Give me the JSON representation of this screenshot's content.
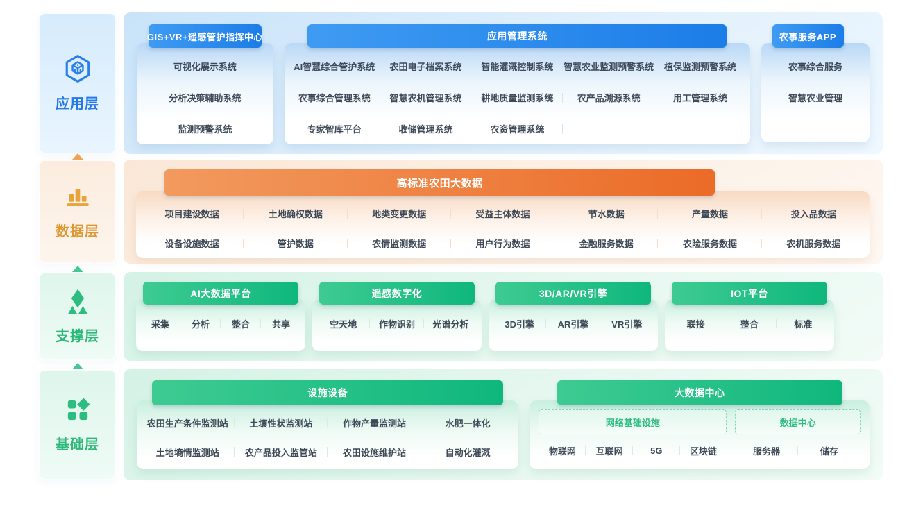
{
  "colors": {
    "blue_accent": "#2180EB",
    "orange_accent": "#EB6B27",
    "green_accent": "#17BA82",
    "orange_label": "#DD9733",
    "green_label": "#2CB878",
    "blue_label": "#2478E8",
    "item_text": "#3E4957"
  },
  "layers": [
    {
      "key": "application",
      "label": "应用层",
      "icon": "hex-cube-icon",
      "theme": "blue",
      "cards": [
        {
          "title": "GIS+VR+遥感管护指挥中心",
          "columns": 1,
          "rows": [
            [
              "可视化展示系统"
            ],
            [
              "分析决策辅助系统"
            ],
            [
              "监测预警系统"
            ]
          ]
        },
        {
          "title": "应用管理系统",
          "columns": 5,
          "rows": [
            [
              "AI智慧综合管护系统",
              "农田电子档案系统",
              "智能灌溉控制系统",
              "智慧农业监测预警系统",
              "植保监测预警系统"
            ],
            [
              "农事综合管理系统",
              "智慧农机管理系统",
              "耕地质量监测系统",
              "农产品溯源系统",
              "用工管理系统"
            ],
            [
              "专家智库平台",
              "收储管理系统",
              "农资管理系统"
            ]
          ]
        },
        {
          "title": "农事服务APP",
          "columns": 1,
          "rows": [
            [
              "农事综合服务"
            ],
            [
              "智慧农业管理"
            ]
          ]
        }
      ]
    },
    {
      "key": "data",
      "label": "数据层",
      "icon": "bar-chart-icon",
      "theme": "orange",
      "up_arrow": true,
      "cards": [
        {
          "title": "高标准农田大数据",
          "columns": 7,
          "rows": [
            [
              "项目建设数据",
              "土地确权数据",
              "地类变更数据",
              "受益主体数据",
              "节水数据",
              "产量数据",
              "投入品数据"
            ],
            [
              "设备设施数据",
              "管护数据",
              "农情监测数据",
              "用户行为数据",
              "金融服务数据",
              "农险服务数据",
              "农机服务数据"
            ]
          ]
        }
      ]
    },
    {
      "key": "support",
      "label": "支撑层",
      "icon": "diamond-triangles-icon",
      "theme": "green",
      "up_arrow": true,
      "cards": [
        {
          "title": "AI大数据平台",
          "columns": 4,
          "rows": [
            [
              "采集",
              "分析",
              "整合",
              "共享"
            ]
          ]
        },
        {
          "title": "遥感数字化",
          "columns": 3,
          "rows": [
            [
              "空天地",
              "作物识别",
              "光谱分析"
            ]
          ]
        },
        {
          "title": "3D/AR/VR引擎",
          "columns": 3,
          "rows": [
            [
              "3D引擎",
              "AR引擎",
              "VR引擎"
            ]
          ]
        },
        {
          "title": "IOT平台",
          "columns": 3,
          "rows": [
            [
              "联接",
              "整合",
              "标准"
            ]
          ]
        }
      ]
    },
    {
      "key": "infrastructure",
      "label": "基础层",
      "icon": "blocks-diamond-icon",
      "theme": "green",
      "up_arrow": true,
      "cards": [
        {
          "title": "设施设备",
          "columns": 4,
          "rows": [
            [
              "农田生产条件监测站",
              "土壤性状监测站",
              "作物产量监测站",
              "水肥一体化"
            ],
            [
              "土地墒情监测站",
              "农产品投入监管站",
              "农田设施维护站",
              "自动化灌溉"
            ]
          ]
        },
        {
          "title": "大数据中心",
          "groups": [
            {
              "label": "网络基础设施",
              "items": [
                "物联网",
                "互联网",
                "5G",
                "区块链"
              ]
            },
            {
              "label": "数据中心",
              "items": [
                "服务器",
                "储存"
              ]
            }
          ]
        }
      ]
    }
  ]
}
